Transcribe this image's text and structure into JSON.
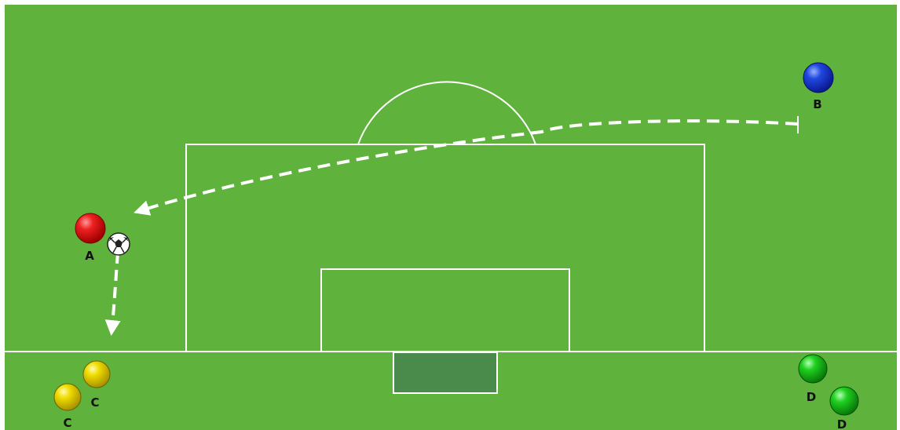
{
  "players": [
    {
      "id": "A",
      "label": "A",
      "team": "attacker",
      "color": "#e01010"
    },
    {
      "id": "B",
      "label": "B",
      "team": "server",
      "color": "#1a3fd8"
    },
    {
      "id": "C1",
      "label": "C",
      "team": "yellow",
      "color": "#e6d400"
    },
    {
      "id": "C2",
      "label": "C",
      "team": "yellow",
      "color": "#e6d400"
    },
    {
      "id": "D1",
      "label": "D",
      "team": "green",
      "color": "#18c818"
    },
    {
      "id": "D2",
      "label": "D",
      "team": "green",
      "color": "#18c818"
    }
  ],
  "ball": {
    "icon": "soccer-ball-icon"
  },
  "movements": [
    {
      "id": "pass-b-to-a",
      "kind": "dashed-arrow",
      "from": "B",
      "to": "A"
    },
    {
      "id": "dribble-a-to-goal-line",
      "kind": "dashed-arrow",
      "from": "A",
      "to": "goal-line"
    }
  ],
  "colors": {
    "pitch": "#5fb33c",
    "lines": "#ffffff",
    "goal": "#4a8a4a",
    "arrows": "#ffffff"
  }
}
